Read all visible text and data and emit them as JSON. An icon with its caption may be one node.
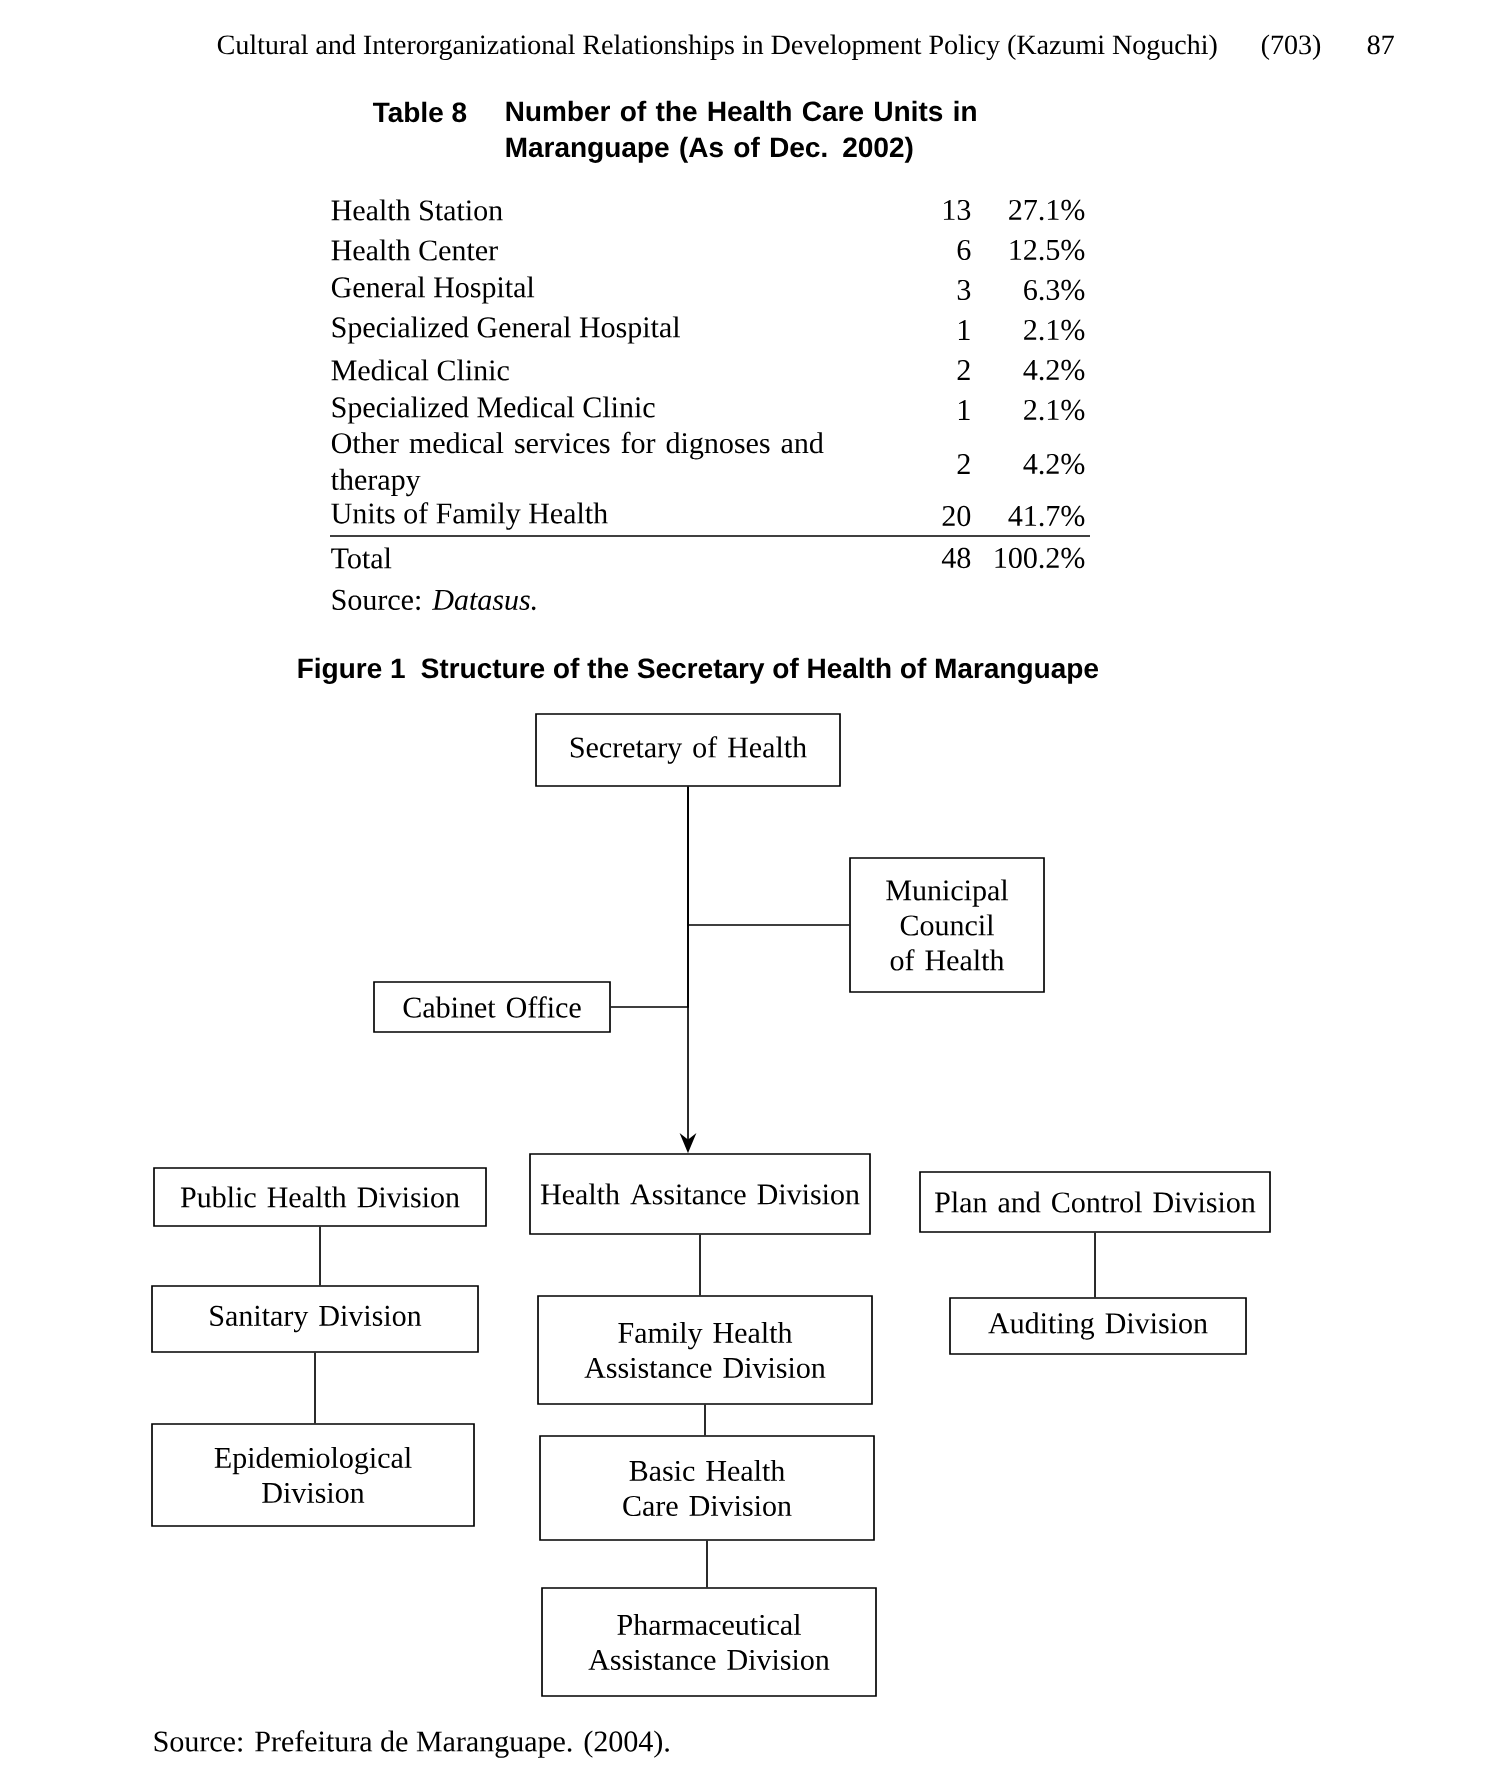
{
  "diagram": {
    "title": "Structure of the Secretary of Health of Maranguape",
    "caption": "Source: Prefeitura de Maranguape. (2004).",
    "nodes": [
      {
        "text": [
          "Secretary of Health"
        ]
      },
      {
        "text": [
          "Municipal Council of Health"
        ]
      },
      {
        "text": [
          "Cabinet Office"
        ]
      },
      {
        "text": [
          "Public Health Division"
        ]
      },
      {
        "text": [
          "Health Assitance Division"
        ]
      },
      {
        "text": [
          "Plan and Control Division"
        ]
      },
      {
        "text": [
          "Sanitary Division"
        ]
      },
      {
        "text": [
          "Family Health Assistance Division"
        ]
      },
      {
        "text": [
          "Auditing Division"
        ]
      },
      {
        "text": [
          "Epidemiological Division"
        ]
      },
      {
        "text": [
          "Basic Health Care Division"
        ]
      },
      {
        "text": [
          "Pharmaceutical Assistance Division"
        ]
      }
    ],
    "edges": [
      {
        "from": 0,
        "to": 1,
        "arrow": "none"
      },
      {
        "from": 0,
        "to": 2,
        "arrow": "none"
      },
      {
        "from": 0,
        "to": 4,
        "arrow": "to"
      },
      {
        "from": 3,
        "to": 6,
        "arrow": "none"
      },
      {
        "from": 6,
        "to": 9,
        "arrow": "none"
      },
      {
        "from": 4,
        "to": 7,
        "arrow": "none"
      },
      {
        "from": 7,
        "to": 10,
        "arrow": "none"
      },
      {
        "from": 10,
        "to": 11,
        "arrow": "none"
      },
      {
        "from": 5,
        "to": 8,
        "arrow": "none"
      }
    ],
    "labels": [
      "Cultural and Interorganizational Relationships in Development Policy (Kazumi Noguchi)",
      "(703)",
      "87",
      "Table 8",
      "Number of the Health Care Units in Maranguape (As of Dec. 2002)",
      "Health Station",
      "13",
      "27.1%",
      "Health Center",
      "6",
      "12.5%",
      "General Hospital",
      "3",
      "6.3%",
      "Specialized General Hospital",
      "1",
      "2.1%",
      "Medical Clinic",
      "2",
      "4.2%",
      "Specialized Medical Clinic",
      "1",
      "2.1%",
      "Other medical services for dignoses and therapy",
      "2",
      "4.2%",
      "Units of Family Health",
      "20",
      "41.7%",
      "Total",
      "48",
      "100.2%",
      "Source: *Datasus.*",
      "Figure 1"
    ]
  }
}
